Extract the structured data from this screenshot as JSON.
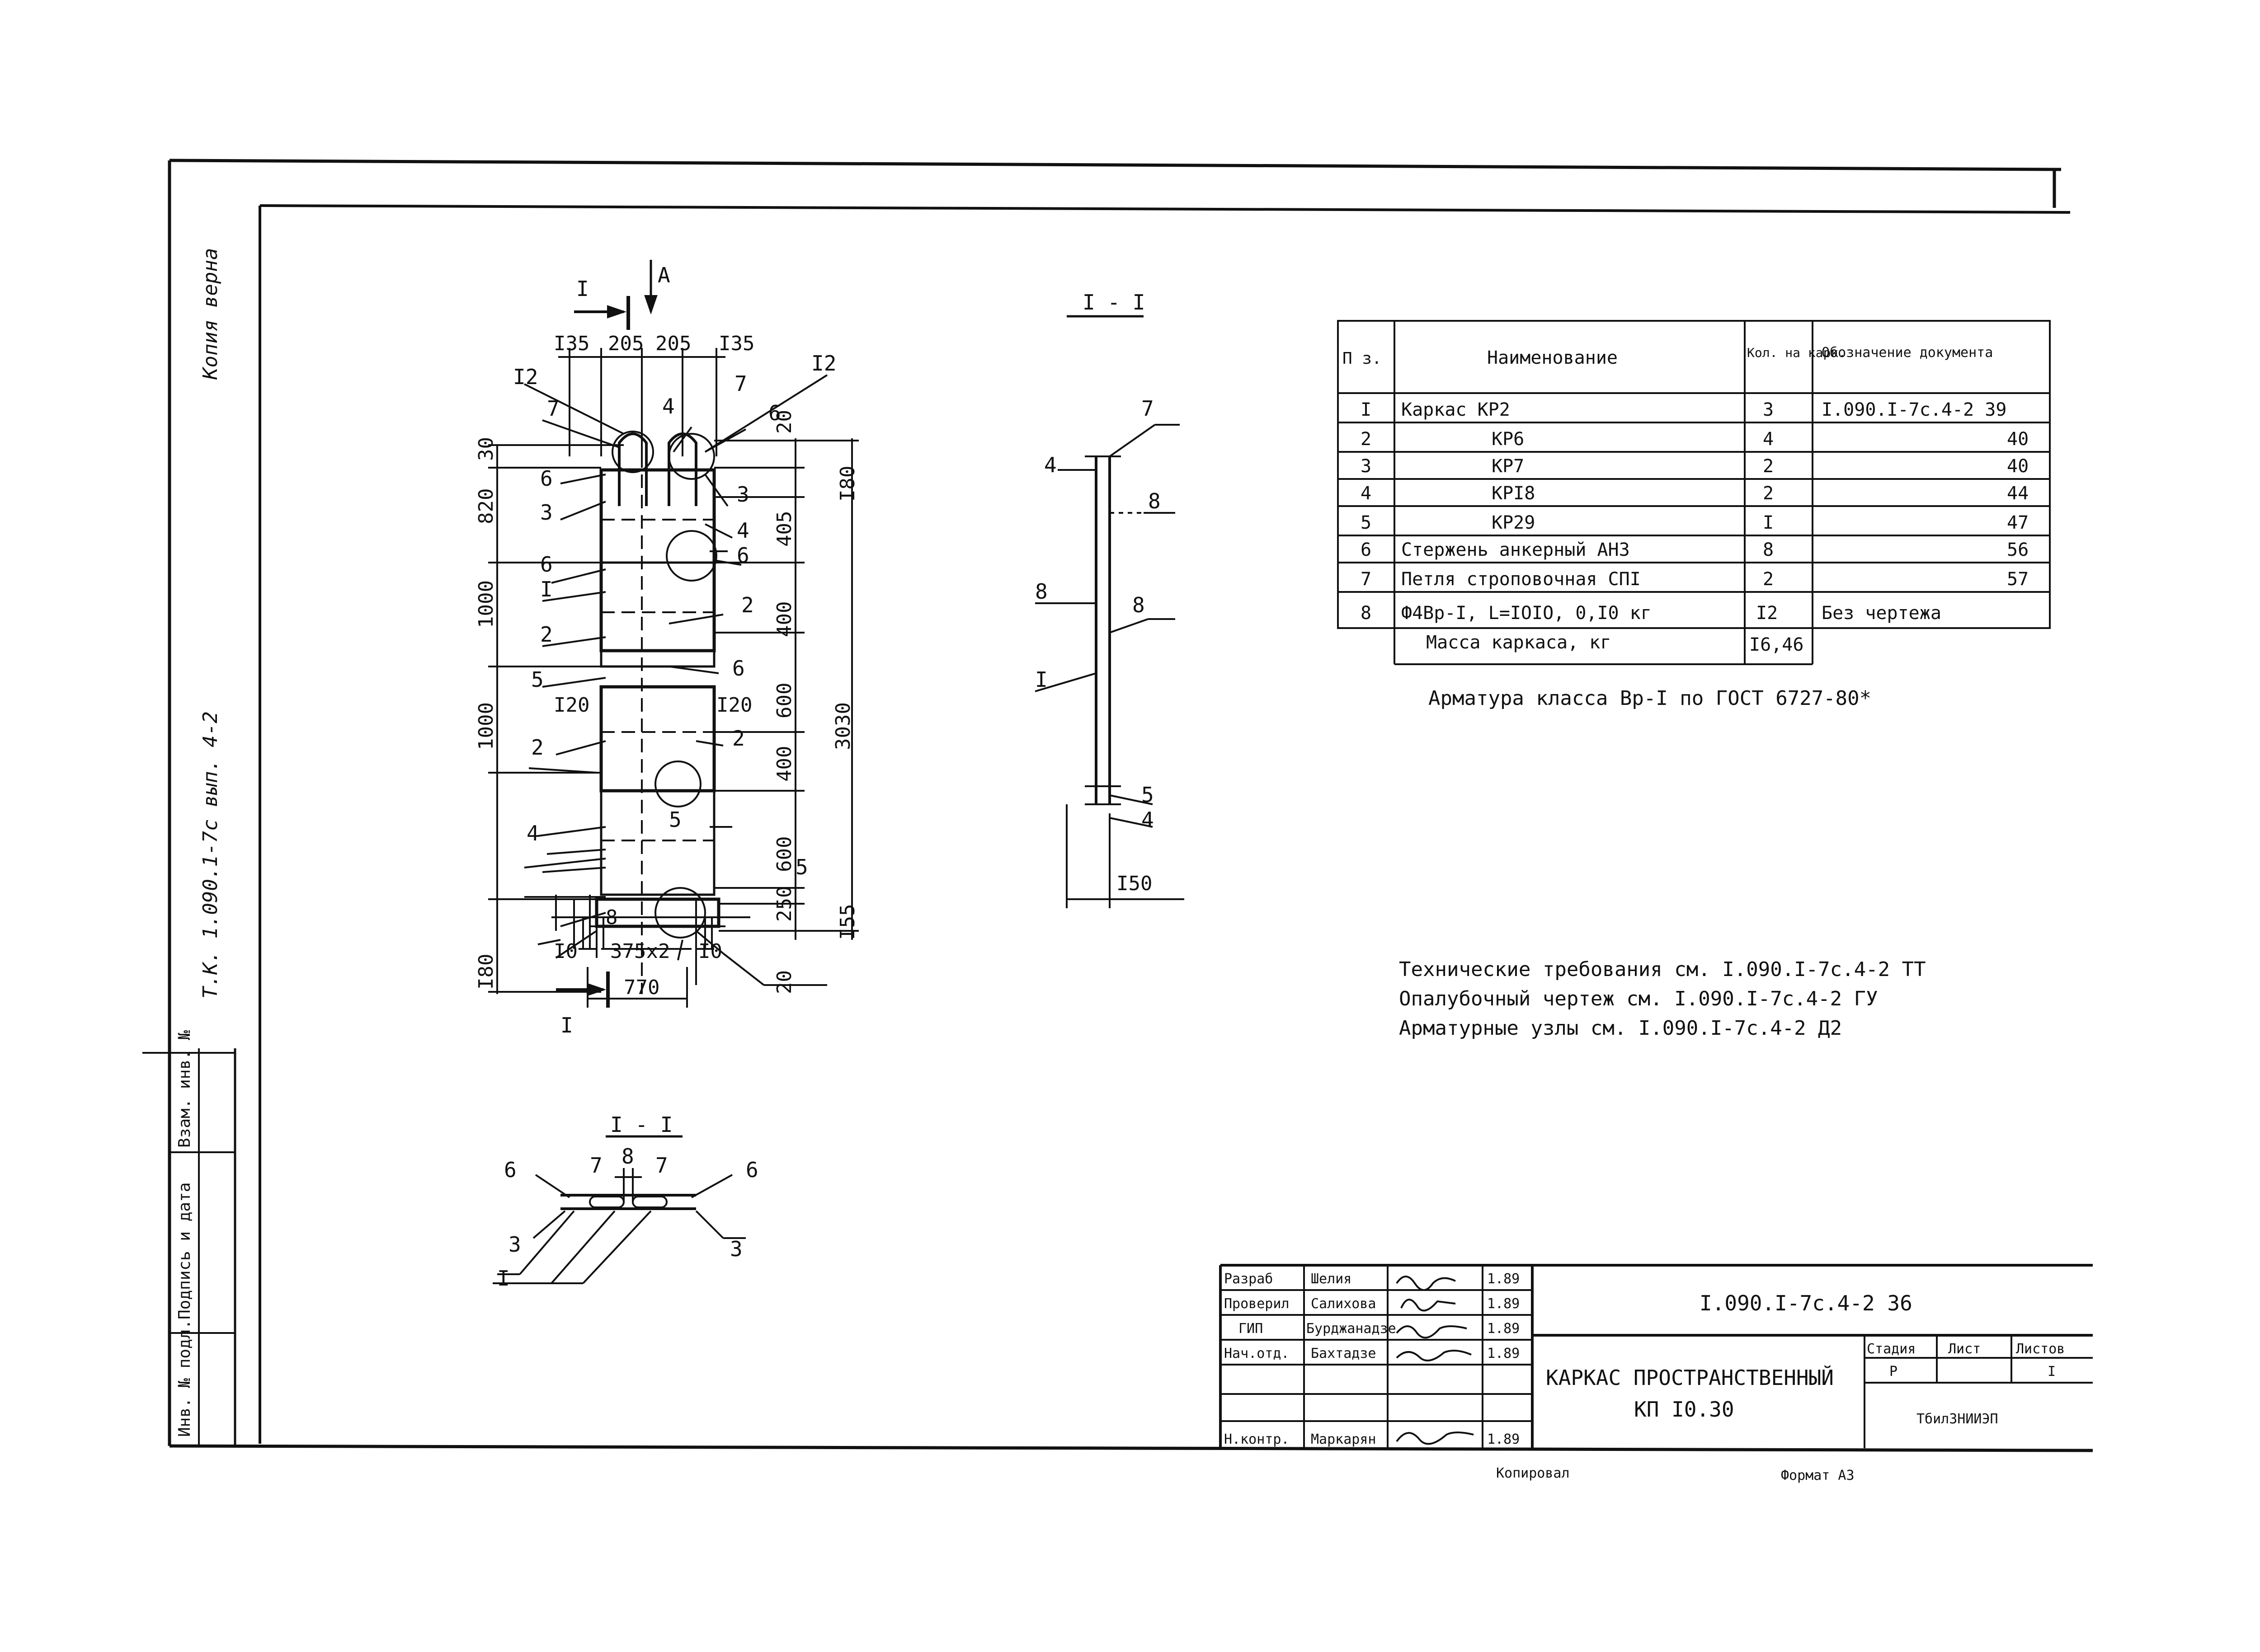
{
  "side_frame": {
    "copy_note": "Копия верна",
    "album_ref": "Т.К. 1.090.1-7с вып. 4-2",
    "inv_podl": "Инв. № подл.",
    "podpis_data": "Подпись и дата",
    "vzam_inv": "Взам. инв. №"
  },
  "section_labels": {
    "cut_main": "I",
    "cut_arrow_a": "A",
    "side_section_title": "I - I",
    "bottom_section_title": "I - I",
    "cut_bottom": "I"
  },
  "main_view": {
    "top_dims": [
      "I35",
      "205",
      "205",
      "I35"
    ],
    "left_dims": [
      "30",
      "820",
      "1000",
      "1000",
      "I80"
    ],
    "right_dims": [
      "20",
      "I80",
      "405",
      "400",
      "600",
      "400",
      "600",
      "250",
      "20",
      "I55"
    ],
    "overall_height": "3030",
    "bottom_dims": [
      "I0",
      "375x2",
      "I0"
    ],
    "overall_width": "770",
    "inner_dims": [
      "I20",
      "I20"
    ],
    "bottom_small": [
      "8"
    ],
    "callouts": [
      "I2",
      "7",
      "6",
      "3",
      "6",
      "I",
      "2",
      "5",
      "2",
      "4",
      "I2",
      "4",
      "7",
      "6",
      "3",
      "4",
      "6",
      "2",
      "6",
      "2",
      "5",
      "5"
    ]
  },
  "side_view": {
    "callouts": [
      "7",
      "4",
      "8",
      "8",
      "8",
      "I",
      "5",
      "4"
    ],
    "bottom_dim": "I50"
  },
  "bottom_view": {
    "callouts": [
      "6",
      "7",
      "8",
      "7",
      "6",
      "3",
      "3",
      "I"
    ]
  },
  "spec_table": {
    "headers": [
      "П з.",
      "Наименование",
      "Кол. на карк.",
      "Обозначение документа"
    ],
    "rows": [
      {
        "pos": "I",
        "name": "Каркас КР2",
        "qty": "3",
        "doc": "I.090.I-7с.4-2 39"
      },
      {
        "pos": "2",
        "name": "КР6",
        "qty": "4",
        "doc": "40"
      },
      {
        "pos": "3",
        "name": "КР7",
        "qty": "2",
        "doc": "40"
      },
      {
        "pos": "4",
        "name": "КРI8",
        "qty": "2",
        "doc": "44"
      },
      {
        "pos": "5",
        "name": "КР29",
        "qty": "I",
        "doc": "47"
      },
      {
        "pos": "6",
        "name": "Стержень анкерный АН3",
        "qty": "8",
        "doc": "56"
      },
      {
        "pos": "7",
        "name": "Петля строповочная СПI",
        "qty": "2",
        "doc": "57"
      },
      {
        "pos": "8",
        "name": "Ф4Вр-I, L=IOIO, 0,I0 кг",
        "qty": "I2",
        "doc": "Без чертежа"
      }
    ],
    "mass_label": "Масса каркаса, кг",
    "mass_value": "I6,46",
    "footnote": "Арматура класса Вр-I по ГОСТ 6727-80*"
  },
  "notes": [
    "Технические требования см. I.090.I-7с.4-2 ТТ",
    "Опалубочный чертеж см. I.090.I-7с.4-2 ГУ",
    "Арматурные узлы см. I.090.I-7с.4-2 Д2"
  ],
  "title_block": {
    "roles": [
      "Разраб",
      "Проверил",
      "ГИП",
      "Нач.отд.",
      "",
      "",
      "Н.контр."
    ],
    "names": [
      "Шелия",
      "Салихова",
      "Бурджанадзе",
      "Бахтадзе",
      "",
      "",
      "Маркарян"
    ],
    "dates": [
      "1.89",
      "1.89",
      "1.89",
      "1.89",
      "",
      "",
      "1.89"
    ],
    "doc_code": "I.090.I-7с.4-2 36",
    "title_line1": "КАРКАС ПРОСТРАНСТВЕННЫЙ",
    "title_line2": "КП I0.30",
    "stage_label": "Стадия",
    "sheet_label": "Лист",
    "sheets_label": "Листов",
    "stage_value": "Р",
    "sheets_value": "I",
    "organization": "ТбилЗНИИЭП",
    "copied": "Копировал",
    "format": "Формат А3"
  }
}
